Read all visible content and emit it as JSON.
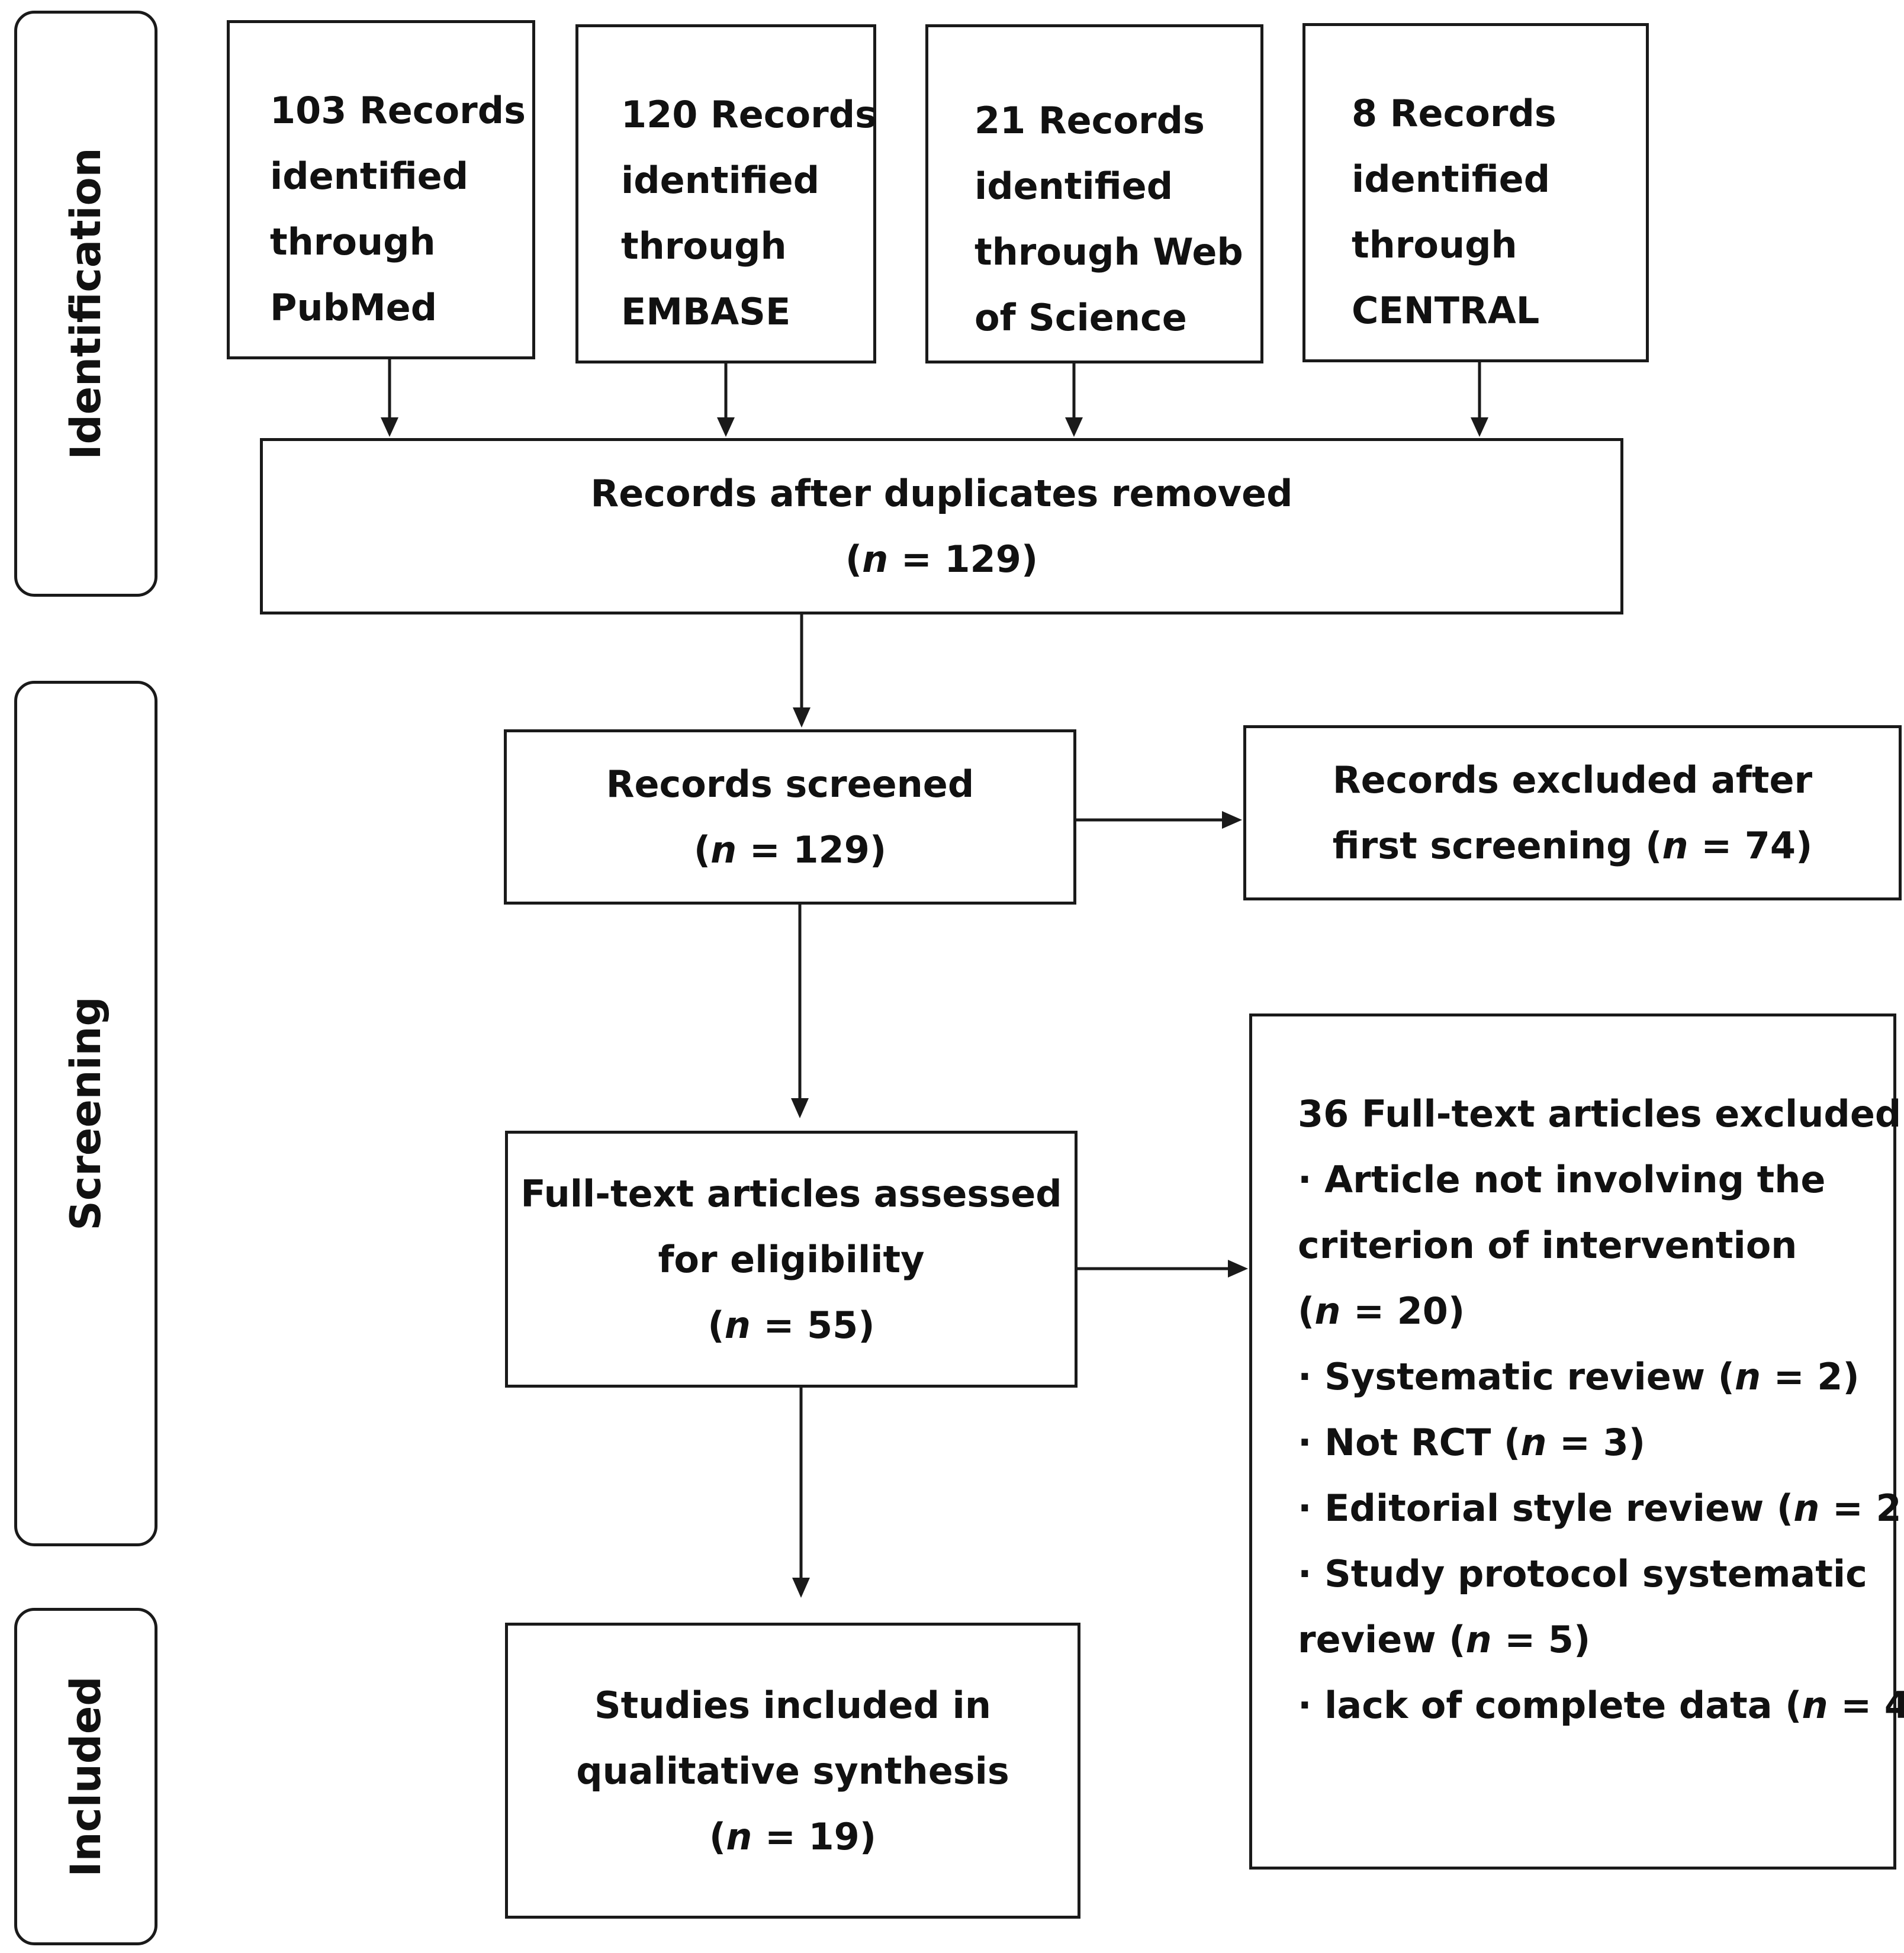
{
  "phases": {
    "identification": "Identification",
    "screening": "Screening",
    "included": "Included"
  },
  "sources": [
    {
      "lines": [
        "103 Records",
        "identified",
        "through",
        "PubMed"
      ]
    },
    {
      "lines": [
        "120 Records",
        "identified",
        "through",
        "EMBASE"
      ]
    },
    {
      "lines": [
        "21 Records",
        "identified",
        "through Web",
        "of Science"
      ]
    },
    {
      "lines": [
        "8 Records",
        "identified",
        "through",
        "CENTRAL"
      ]
    }
  ],
  "duplicates": {
    "title": "Records after duplicates removed",
    "n_open": "(",
    "n_italic": "n",
    "n_value": " = 129)"
  },
  "screened": {
    "title": "Records screened",
    "n_open": "(",
    "n_italic": "n",
    "n_value": " = 129)"
  },
  "excluded_first": {
    "line1": "Records excluded after",
    "line2_text": "first screening (",
    "n_italic": "n",
    "n_value": " = 74)"
  },
  "fulltext": {
    "line1": "Full-text articles assessed",
    "line2": "for eligibility",
    "n_open": "(",
    "n_italic": "n",
    "n_value": " = 55)"
  },
  "fulltext_excluded": {
    "title": "36 Full-text articles excluded:",
    "l1": "· Article not involving the",
    "l2": "criterion of intervention",
    "l3_open": "(",
    "l3_n": "n",
    "l3_val": " = 20)",
    "l4_text": "· Systematic review (",
    "l4_n": "n",
    "l4_val": " = 2)",
    "l5_text": "· Not RCT (",
    "l5_n": "n",
    "l5_val": " = 3)",
    "l6_text": "· Editorial style review (",
    "l6_n": "n",
    "l6_val": " = 2)",
    "l7": "· Study protocol systematic",
    "l8_text": "review (",
    "l8_n": "n",
    "l8_val": " = 5)",
    "l9_text": "· lack of complete data (",
    "l9_n": "n",
    "l9_val": " = 4)"
  },
  "included": {
    "line1": "Studies included in",
    "line2": "qualitative synthesis",
    "n_open": "(",
    "n_italic": "n",
    "n_value": " = 19)"
  }
}
